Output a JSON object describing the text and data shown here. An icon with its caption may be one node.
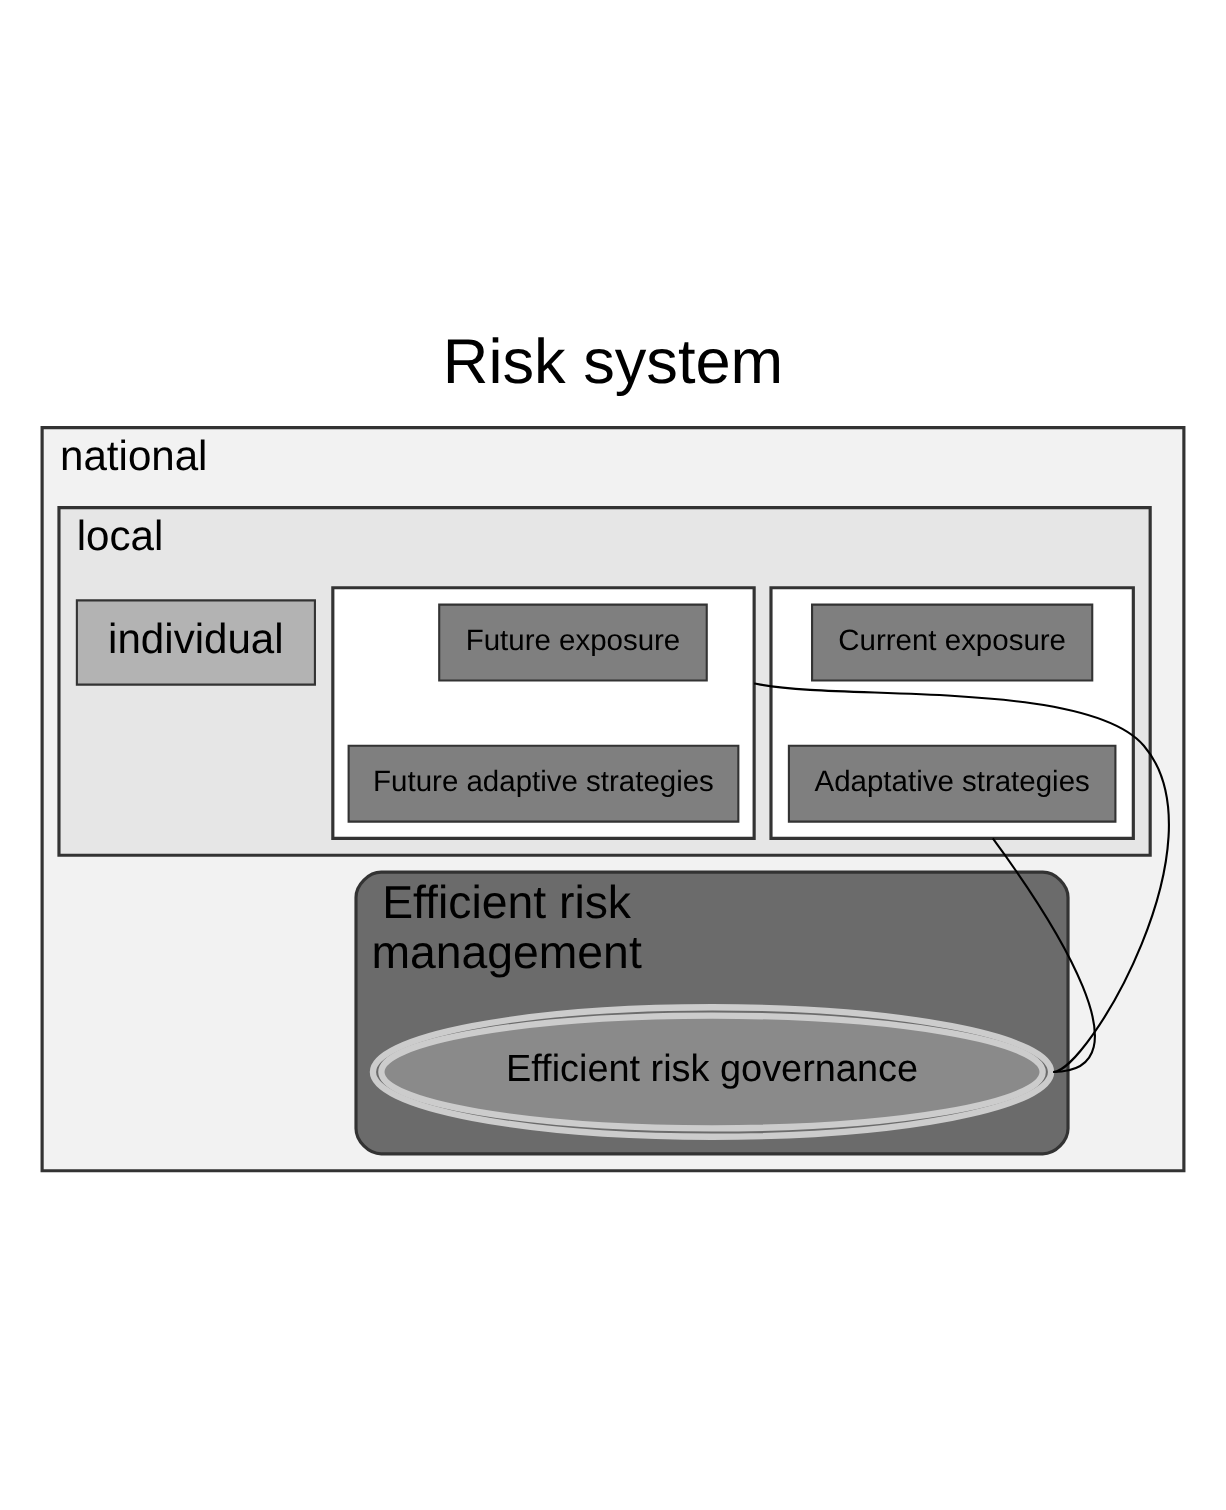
{
  "diagram": {
    "title": "Risk system",
    "nodes": [
      {
        "text": [
          "national"
        ]
      },
      {
        "text": [
          "local"
        ],
        "in": 0
      },
      {
        "text": [
          "individual"
        ],
        "in": 1
      },
      {
        "text": [],
        "shape": "box",
        "in": 1
      },
      {
        "text": [
          "Current exposure"
        ],
        "in": 3
      },
      {
        "text": [
          "Adaptative strategies"
        ],
        "in": 3
      },
      {
        "text": [
          "Efficient risk",
          "management"
        ],
        "in": 0
      },
      {
        "text": [
          "Efficient risk governance"
        ],
        "in": 6
      },
      {
        "text": [],
        "shape": "box",
        "in": 1
      },
      {
        "text": [
          "Future exposure"
        ],
        "in": 8
      },
      {
        "text": [
          "Future adaptive strategies"
        ],
        "in": 8
      }
    ],
    "edges": [
      {
        "from": 3,
        "to": 7,
        "arrow": "none"
      },
      {
        "from": 7,
        "to": 8,
        "arrow": "none"
      }
    ]
  }
}
